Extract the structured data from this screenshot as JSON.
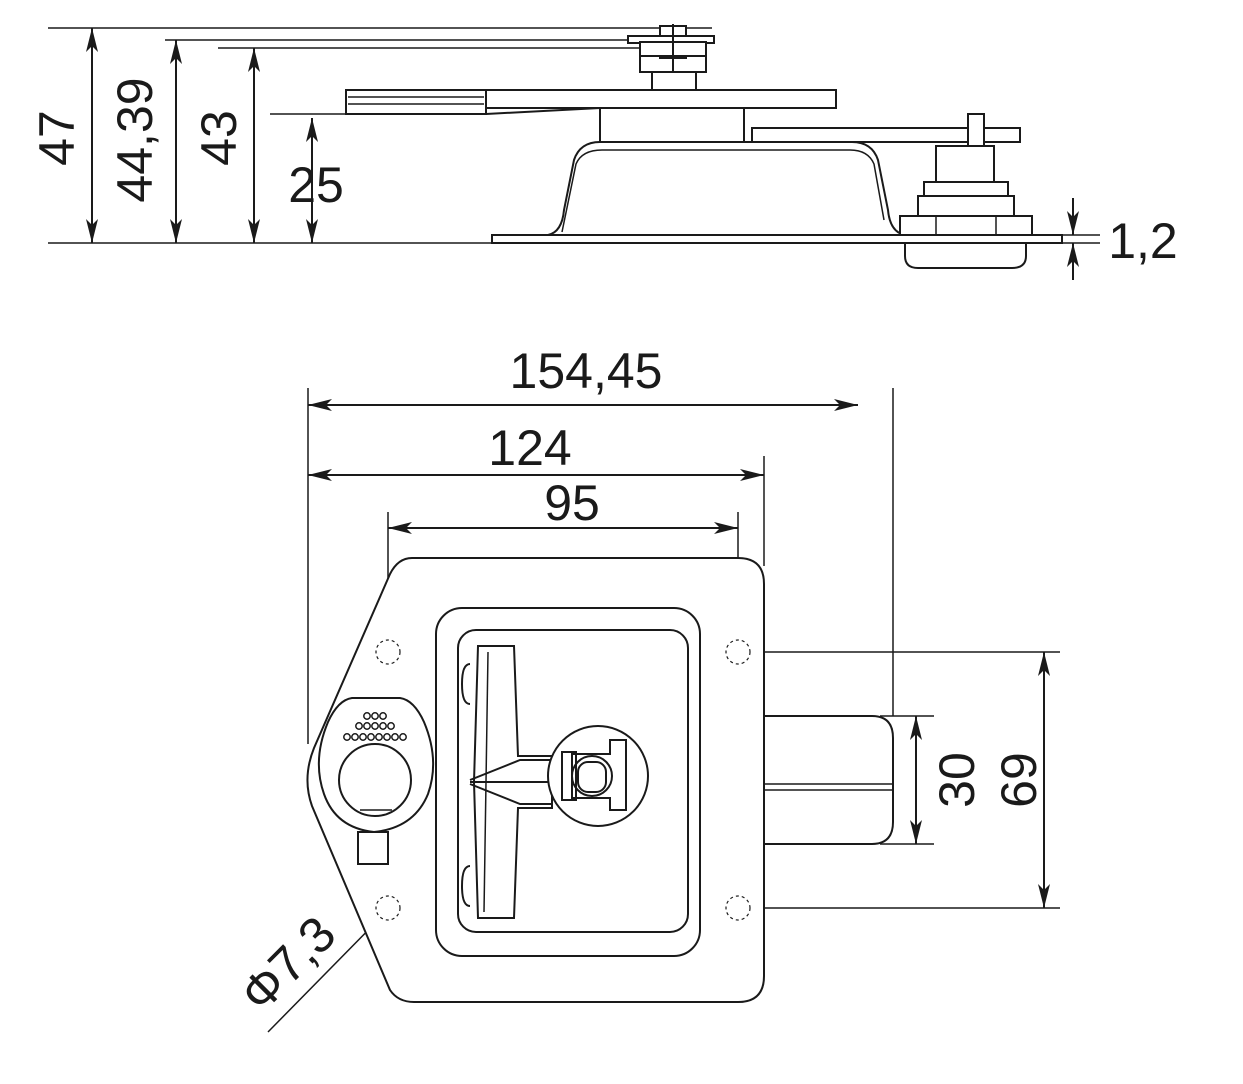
{
  "drawing": {
    "side_view": {
      "dimensions": {
        "total_height": "47",
        "handle_height": "44,39",
        "flange_height": "43",
        "body_height": "25",
        "plate_thickness": "1,2"
      }
    },
    "front_view": {
      "dimensions": {
        "overall_width": "154,45",
        "plate_width": "124",
        "hole_spacing_horizontal": "95",
        "bolt_width": "30",
        "hole_spacing_vertical": "69",
        "hole_diameter": "Φ7,3"
      }
    }
  }
}
